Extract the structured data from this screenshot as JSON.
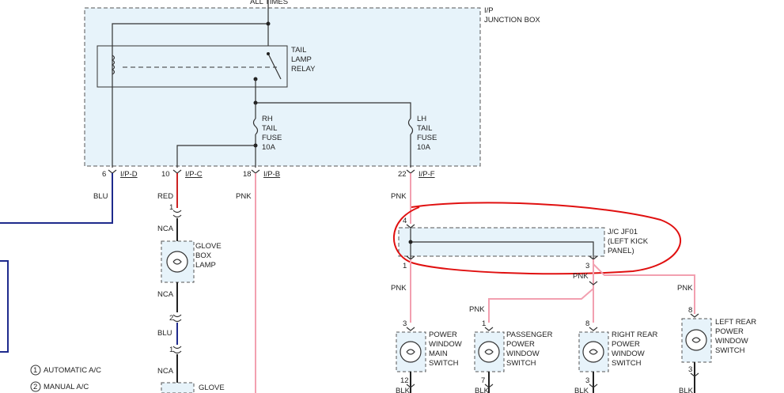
{
  "header": {
    "all_times": "ALL TIMES"
  },
  "junction_box": {
    "line1": "I/P",
    "line2": "JUNCTION BOX"
  },
  "relay": {
    "line1": "TAIL",
    "line2": "LAMP",
    "line3": "RELAY"
  },
  "rh_fuse": {
    "line1": "RH",
    "line2": "TAIL",
    "line3": "FUSE",
    "line4": "10A"
  },
  "lh_fuse": {
    "line1": "LH",
    "line2": "TAIL",
    "line3": "FUSE",
    "line4": "10A"
  },
  "pins": {
    "p1": {
      "num": "6",
      "name": "I/P-D",
      "wire": "BLU"
    },
    "p2": {
      "num": "10",
      "name": "I/P-C",
      "wire": "RED"
    },
    "p3": {
      "num": "18",
      "name": "I/P-B",
      "wire": "PNK"
    },
    "p4": {
      "num": "22",
      "name": "I/P-F",
      "wire": "PNK"
    }
  },
  "glove_box": {
    "pin_top": "1",
    "nca1": "NCA",
    "l1": "GLOVE",
    "l2": "BOX",
    "l3": "LAMP",
    "nca2": "NCA",
    "pin2": "2",
    "blu": "BLU",
    "pin3": "1",
    "nca3": "NCA",
    "bottom": "GLOVE"
  },
  "jc": {
    "pin_top": "4",
    "pin_left": "1",
    "pin_right": "3",
    "l1": "J/C JF01",
    "l2": "(LEFT KICK",
    "l3": "PANEL)"
  },
  "wires": {
    "pnk_a": "PNK",
    "pnk_b": "PNK",
    "pnk_c": "PNK",
    "pnk_d": "PNK"
  },
  "switches": {
    "main": {
      "pin_top": "3",
      "pin_bottom": "12",
      "l1": "POWER",
      "l2": "WINDOW",
      "l3": "MAIN",
      "l4": "SWITCH",
      "wire": "BLK"
    },
    "passenger": {
      "pin_top": "1",
      "pin_bottom": "7",
      "l1": "PASSENGER",
      "l2": "POWER",
      "l3": "WINDOW",
      "l4": "SWITCH",
      "wire": "BLK"
    },
    "right_rear": {
      "pin_top": "8",
      "pin_bottom": "3",
      "l1": "RIGHT REAR",
      "l2": "POWER",
      "l3": "WINDOW",
      "l4": "SWITCH",
      "wire": "BLK"
    },
    "left_rear": {
      "pin_top": "8",
      "pin_bottom": "3",
      "l1": "LEFT REAR",
      "l2": "POWER",
      "l3": "WINDOW",
      "l4": "SWITCH",
      "wire": "BLK"
    }
  },
  "legend": [
    {
      "num": "1",
      "label": "AUTOMATIC A/C"
    },
    {
      "num": "2",
      "label": "MANUAL A/C"
    }
  ],
  "colors": {
    "blue_wire": "#1e2a8c",
    "red_wire": "#cc2222",
    "pink_wire": "#f2a0b0",
    "box_fill": "#e7f3fa",
    "annotation": "#e01010"
  }
}
